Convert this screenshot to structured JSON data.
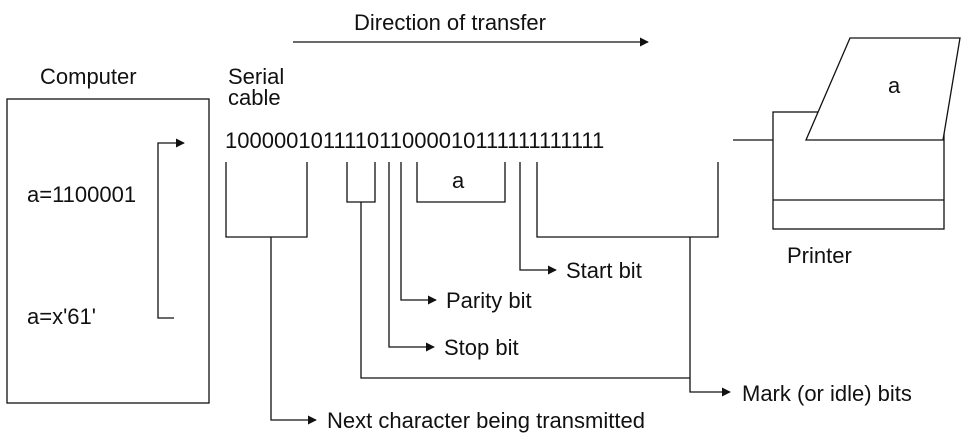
{
  "direction_label": "Direction of transfer",
  "computer": {
    "label": "Computer",
    "binary_value": "a=1100001",
    "hex_value": "a=x'61'"
  },
  "cable_label_line1": "Serial",
  "cable_label_line2": "cable",
  "bit_stream": "100000101111011000010111111111111",
  "bracket_char_label": "a",
  "printer": {
    "label": "Printer",
    "paper_char": "a"
  },
  "annotations": {
    "start_bit": "Start bit",
    "parity_bit": "Parity bit",
    "stop_bit": "Stop bit",
    "mark_bits": "Mark (or idle) bits",
    "next_char": "Next character being transmitted"
  }
}
